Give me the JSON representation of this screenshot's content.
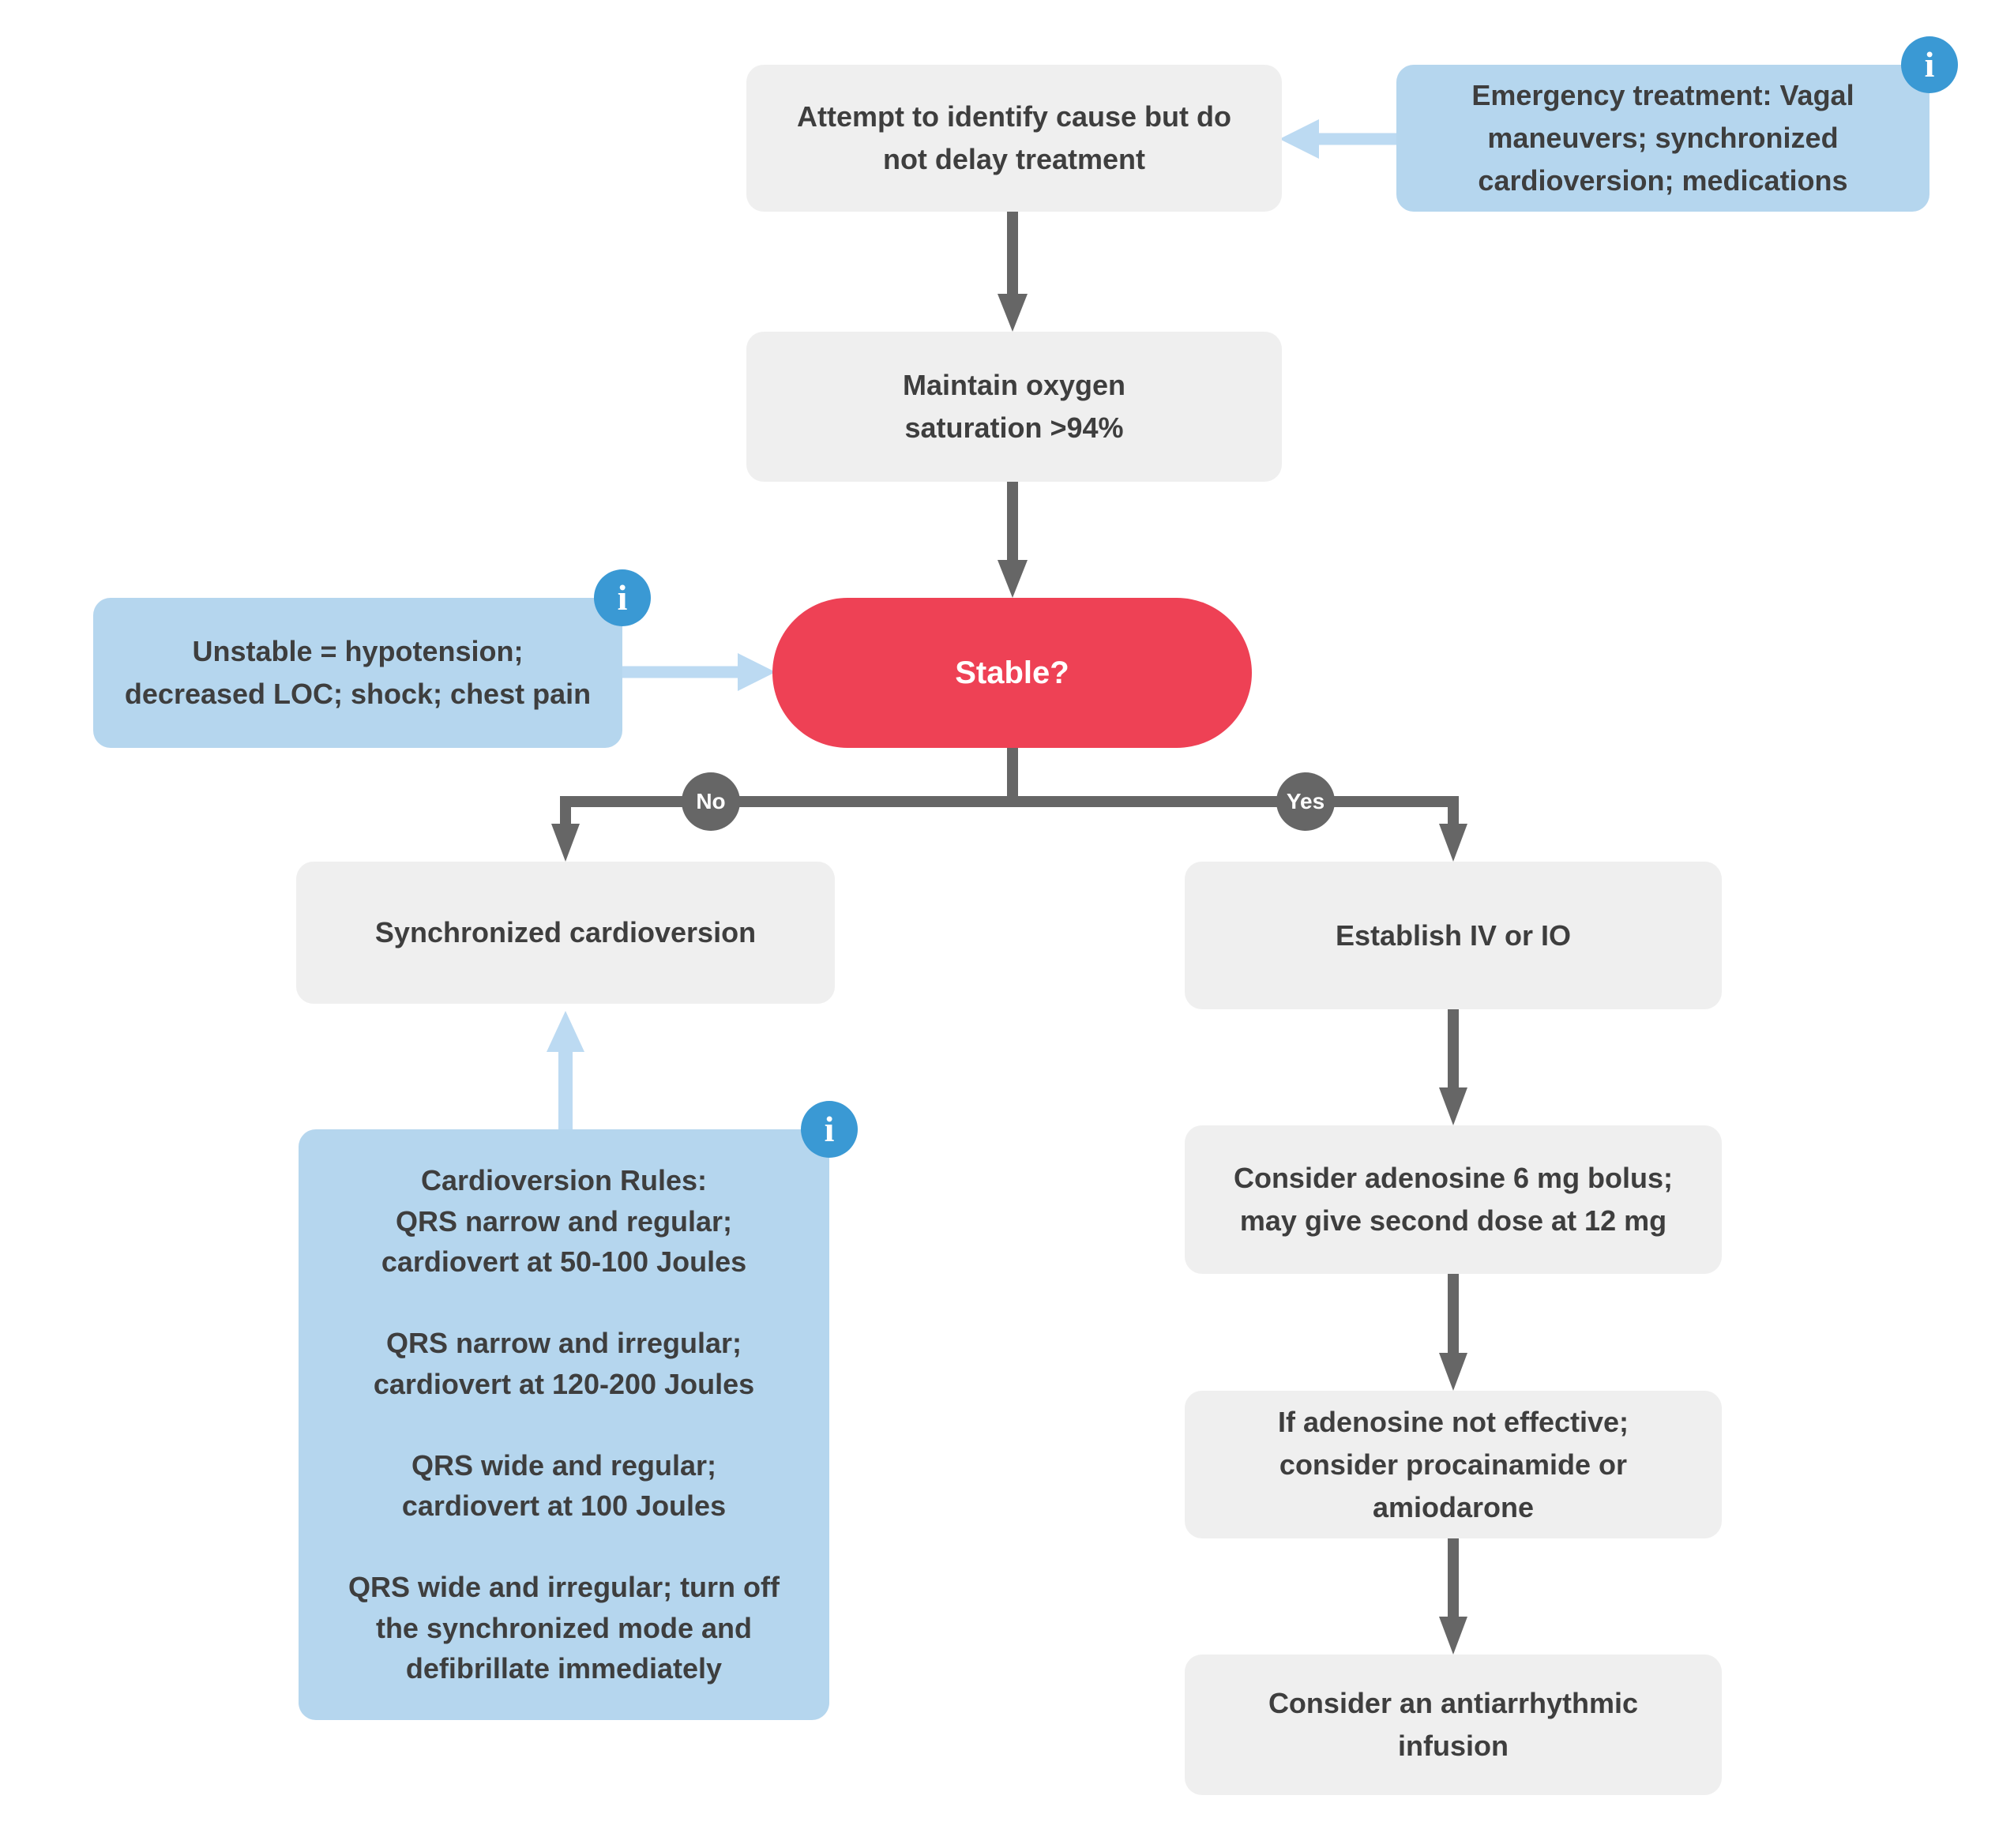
{
  "palette": {
    "background": "#ffffff",
    "node_gray": "#efefef",
    "node_blue": "#b5d6ee",
    "decision_red": "#ee4155",
    "text_dark": "#3e3e3e",
    "text_light": "#ffffff",
    "connector_gray": "#666666",
    "connector_blue": "#bcdaf2",
    "info_icon_blue": "#3a99d4",
    "branch_circle_gray": "#666666"
  },
  "flowchart": {
    "nodes": {
      "attempt": "Attempt to identify cause but do\nnot delay treatment",
      "emergency": "Emergency treatment: Vagal\nmaneuvers; synchronized\ncardioversion; medications",
      "maintain": "Maintain oxygen\nsaturation >94%",
      "stable": "Stable?",
      "unstable": "Unstable = hypotension;\ndecreased LOC; shock; chest pain",
      "synchronized": "Synchronized cardioversion",
      "rules": "Cardioversion Rules:\nQRS narrow and regular;\ncardiovert at 50-100 Joules\n\nQRS narrow and irregular;\ncardiovert at 120-200 Joules\n\nQRS wide and regular;\ncardiovert at 100 Joules\n\nQRS wide and irregular; turn off\nthe synchronized mode and\ndefibrillate immediately",
      "establish": "Establish IV or IO",
      "adenosine": "Consider adenosine 6 mg bolus;\nmay give second dose at 12 mg",
      "not_effective": "If adenosine not effective;\nconsider procainamide or\namiodarone",
      "infusion": "Consider an antiarrhythmic\ninfusion"
    },
    "branch_labels": {
      "no": "No",
      "yes": "Yes"
    },
    "info_icon_glyph": "i"
  }
}
